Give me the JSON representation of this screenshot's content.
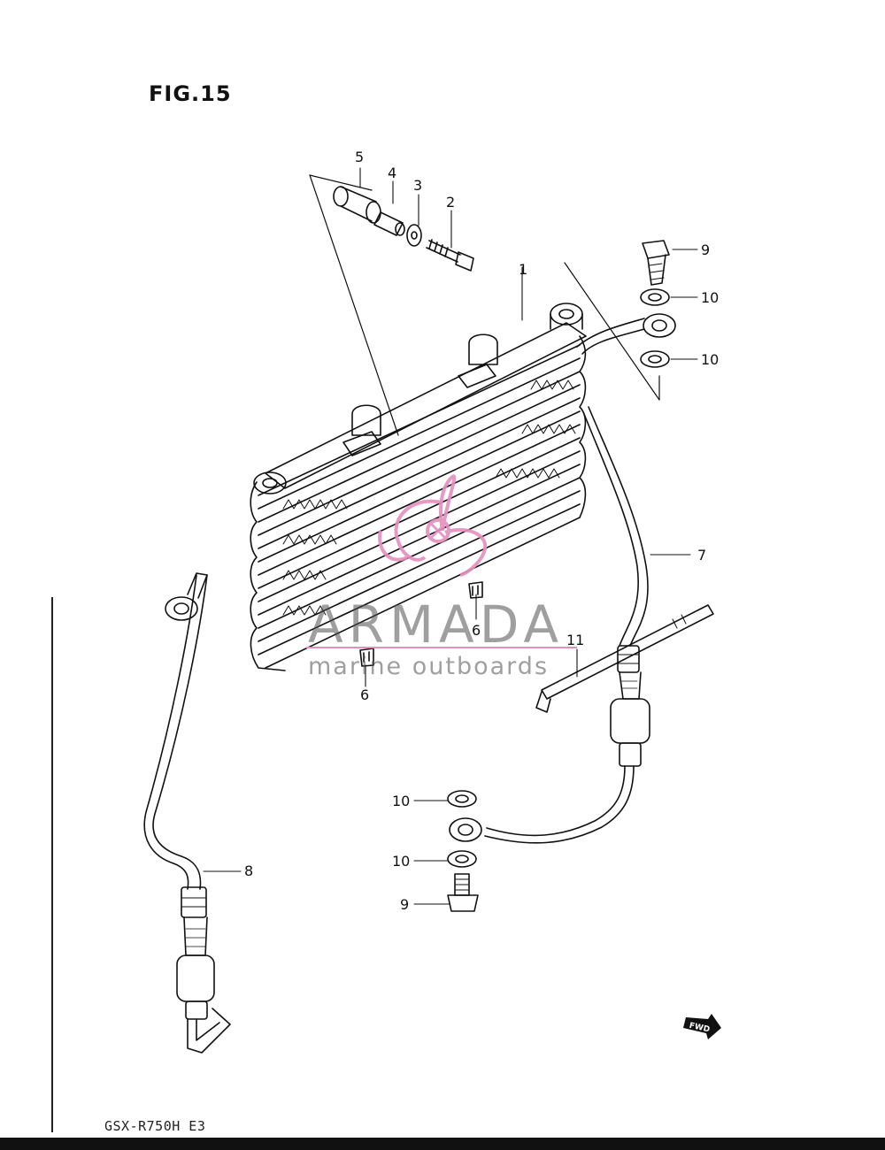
{
  "figure": {
    "title": "FIG.15",
    "model_code": "GSX-R750H E3"
  },
  "callouts": {
    "c1": "1",
    "c2": "2",
    "c3": "3",
    "c4": "4",
    "c5": "5",
    "c6a": "6",
    "c6b": "6",
    "c7": "7",
    "c8": "8",
    "c9a": "9",
    "c9b": "9",
    "c10a": "10",
    "c10b": "10",
    "c10c": "10",
    "c10d": "10",
    "c11": "11"
  },
  "watermark": {
    "name": "ARMADA",
    "tagline": "marine outboards",
    "accent_color": "#e58fbf"
  },
  "fwd_label": "FWD"
}
